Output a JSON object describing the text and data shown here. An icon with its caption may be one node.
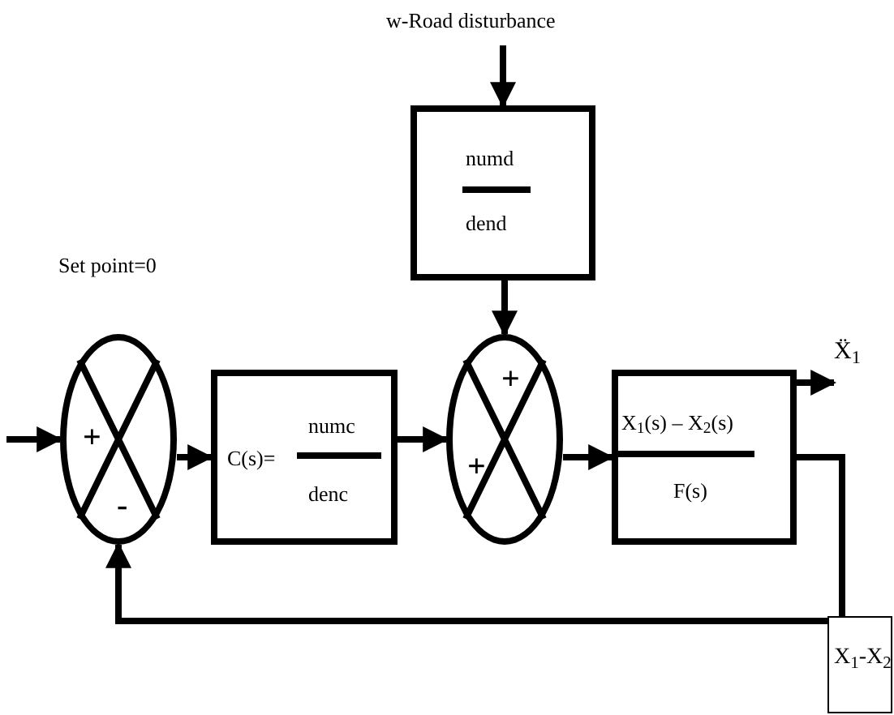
{
  "diagram": {
    "nodes": [
      {
        "text": [
          "w-Road disturbance"
        ]
      },
      {
        "text": [
          "numd",
          "dend"
        ]
      },
      {
        "text": [
          "+",
          "-"
        ]
      },
      {
        "text": [
          "C(s)=",
          "numc",
          "denc"
        ]
      },
      {
        "text": [
          "+",
          "+"
        ]
      },
      {
        "text": [
          "X$_{1}$(s) – X$_{2}$(s)",
          "F(s)"
        ]
      },
      {
        "text": [
          "Ẍ$_{1}$"
        ]
      },
      {
        "text": [
          "X$_{1}$-X$_{2}$"
        ]
      }
    ],
    "edges": [
      {
        "from": null,
        "to": 2,
        "arrow": "to"
      },
      {
        "from": 0,
        "to": 1,
        "arrow": "to"
      },
      {
        "from": 1,
        "to": 4,
        "arrow": "to"
      },
      {
        "from": 2,
        "to": 3,
        "arrow": "to"
      },
      {
        "from": 3,
        "to": 4,
        "arrow": "to"
      },
      {
        "from": 4,
        "to": 5,
        "arrow": "to"
      },
      {
        "from": 5,
        "to": 6,
        "arrow": "to"
      },
      {
        "from": 5,
        "to": 2,
        "arrow": "to"
      }
    ],
    "labels": [
      "Set point=0"
    ]
  }
}
